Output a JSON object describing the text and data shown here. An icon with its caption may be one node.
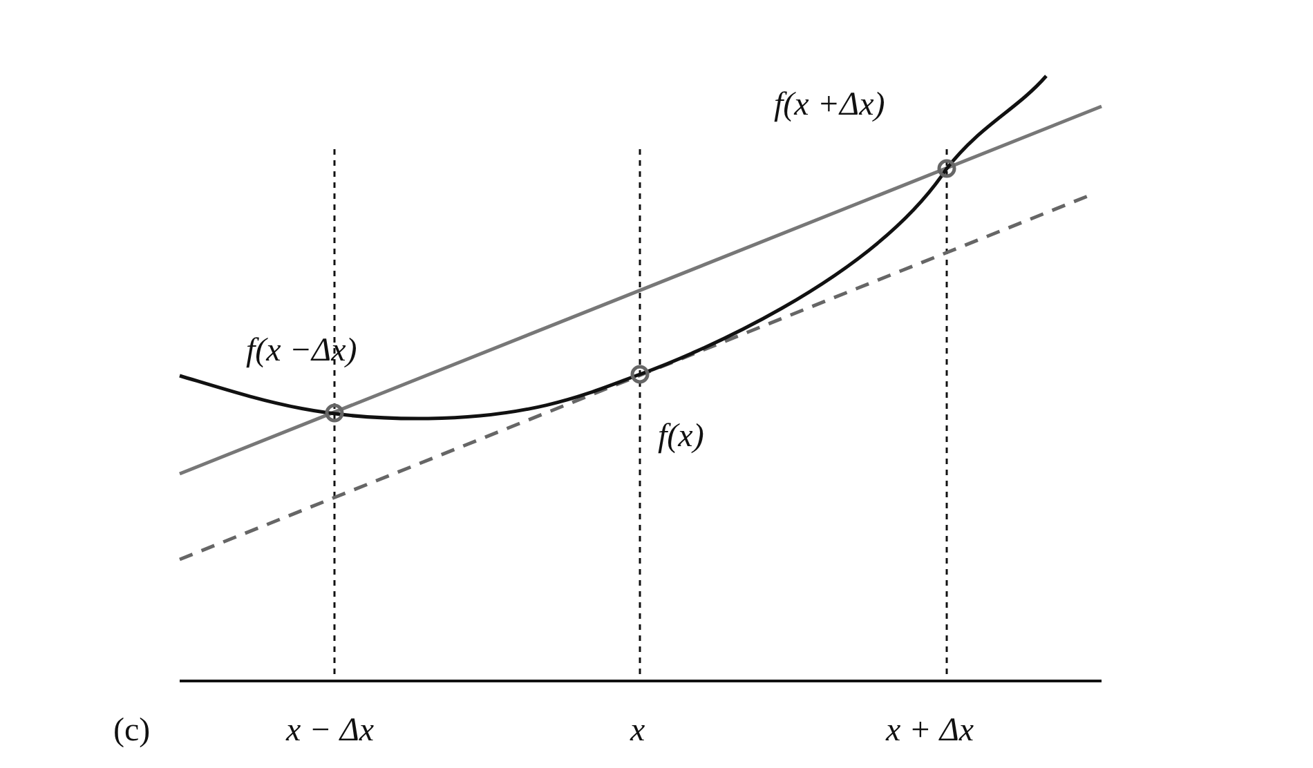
{
  "diagram": {
    "labels": [
      "f(x +Δx)",
      "f(x −Δx)",
      "f(x)",
      "(c)",
      "x − Δx",
      "x",
      "x + Δx"
    ]
  }
}
